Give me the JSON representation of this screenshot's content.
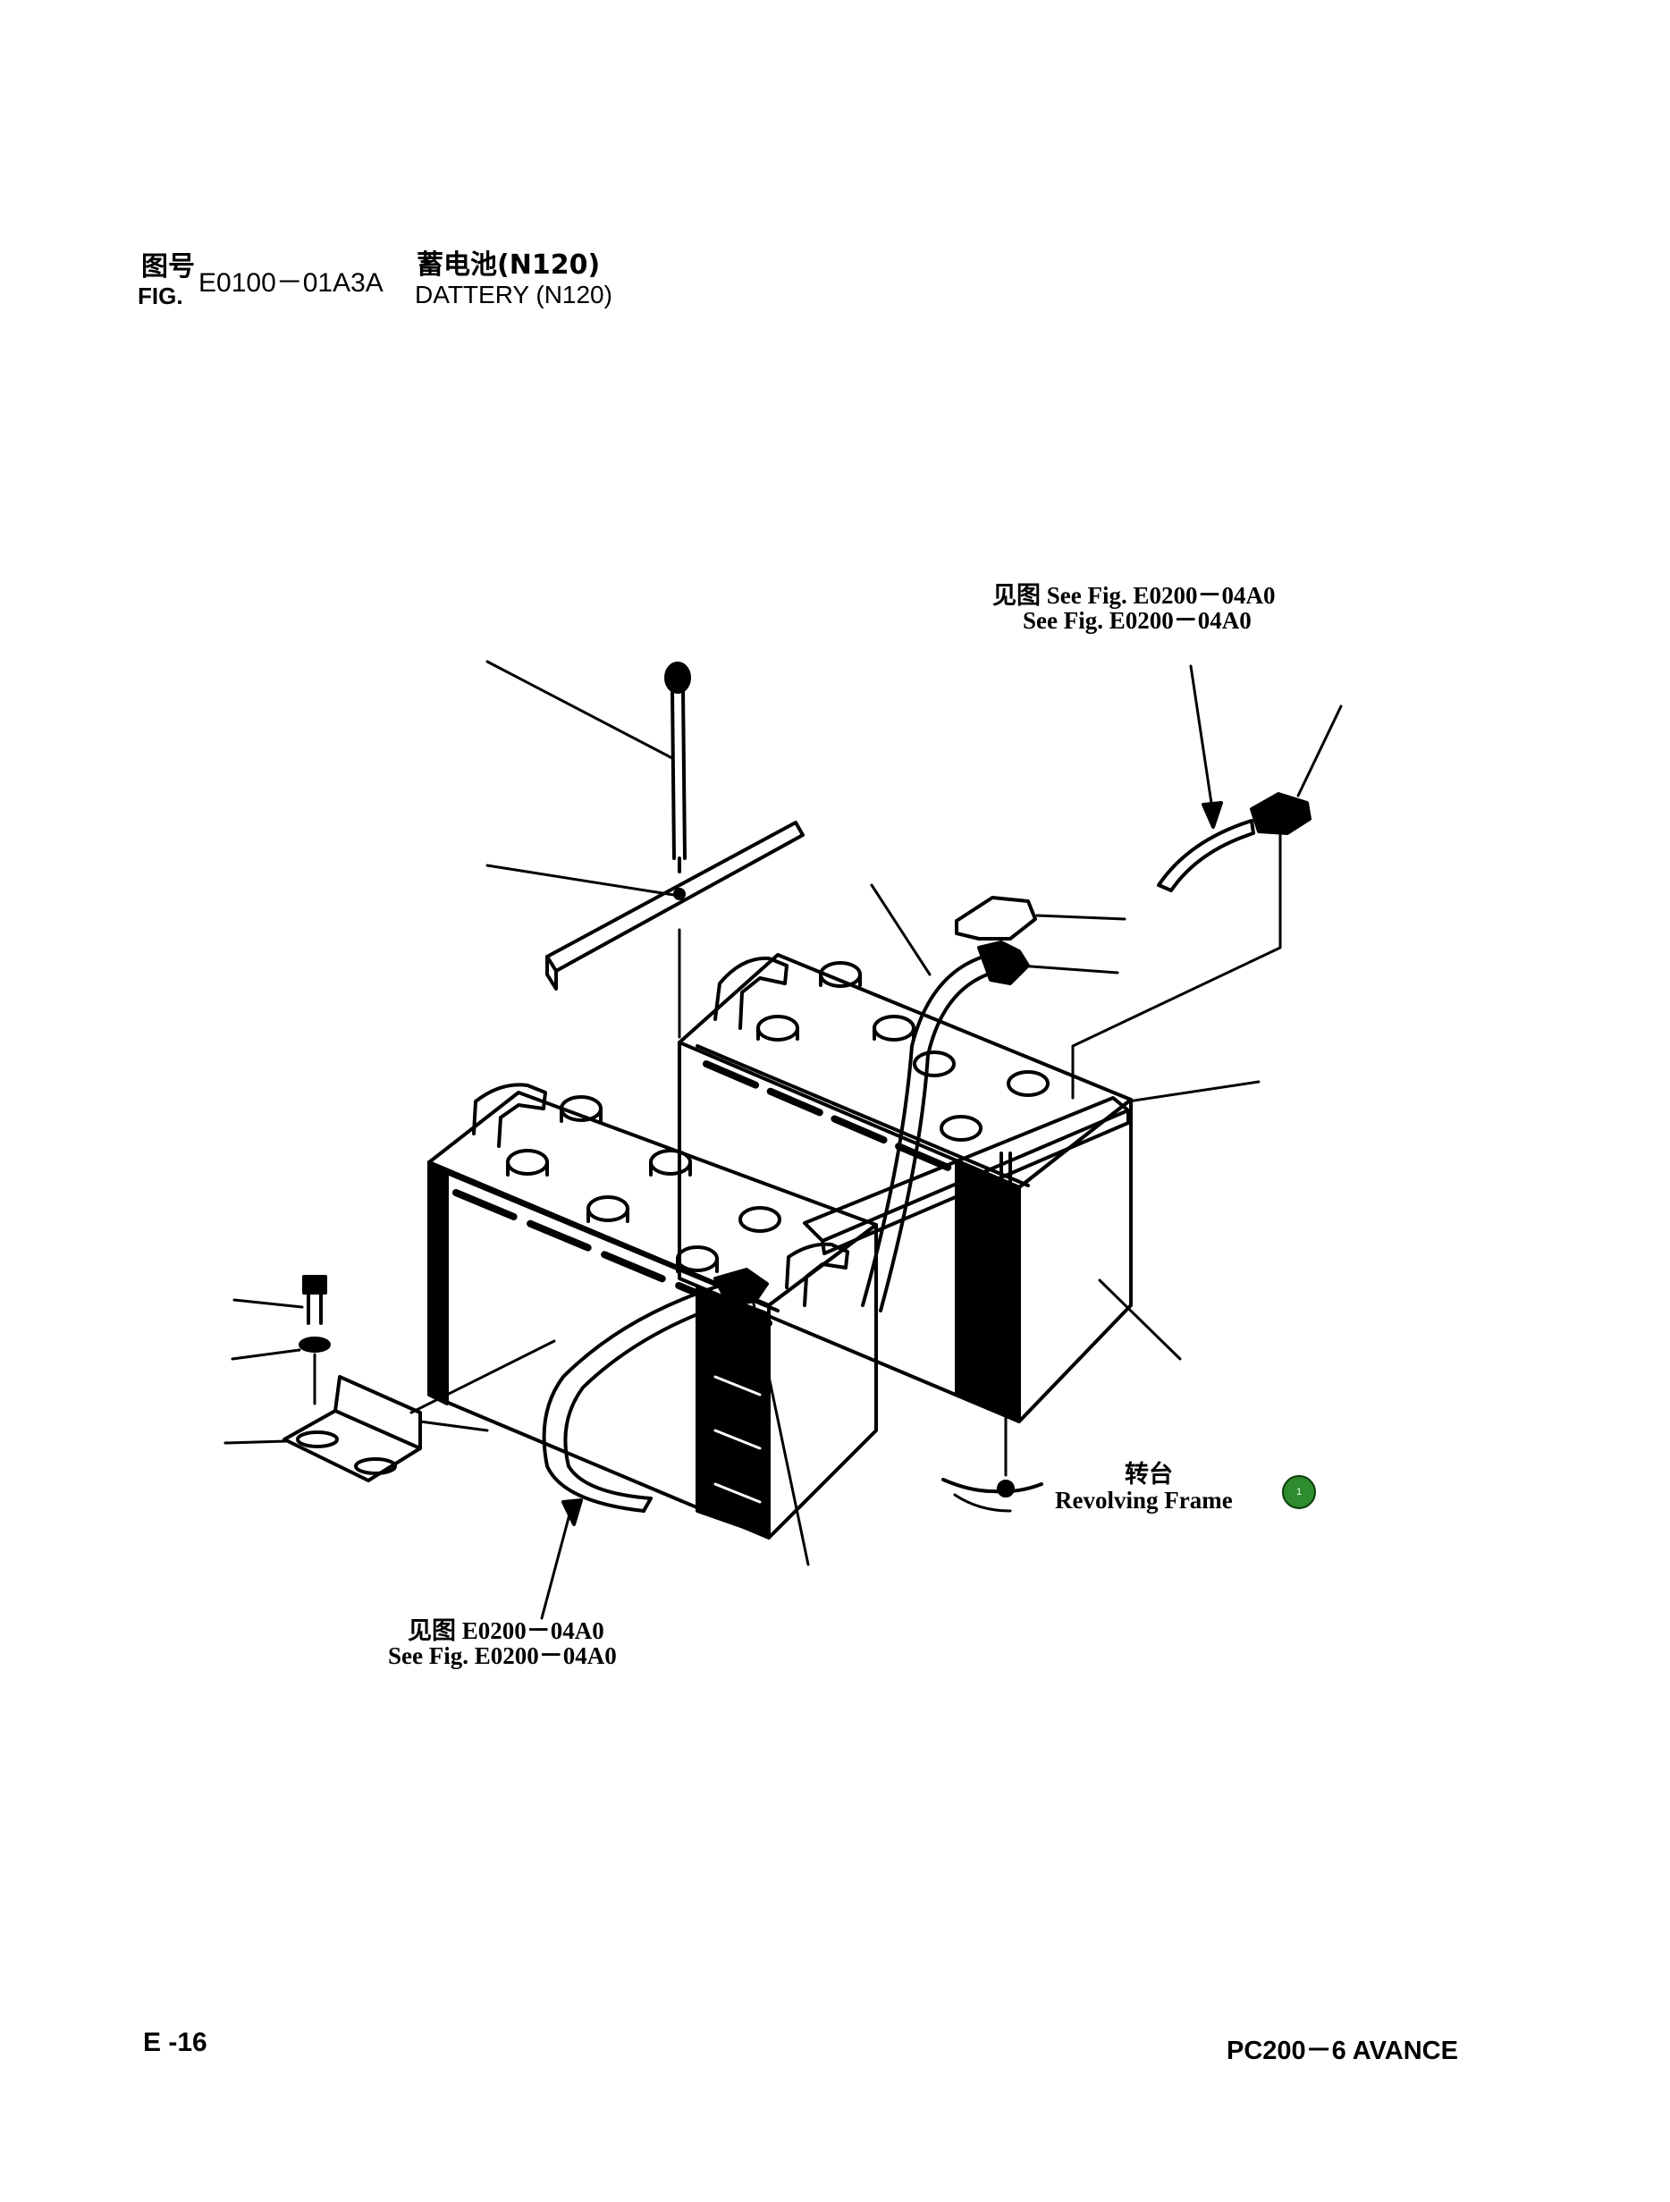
{
  "header": {
    "fig_label_cn": "图号",
    "fig_label_en": "FIG.",
    "fig_number": "E0100－01A3A",
    "title_cn": "蓄电池(N120)",
    "title_en": "DATTERY (N120)"
  },
  "callouts": {
    "top_ref_line1": "见图 See Fig. E0200－04A0",
    "top_ref_line2": "See Fig. E0200－04A0",
    "bottom_ref_line1": "见图 E0200－04A0",
    "bottom_ref_line2": "See Fig. E0200－04A0",
    "frame_cn": "转台",
    "frame_en": "Revolving Frame",
    "marker_number": "1"
  },
  "footer": {
    "page": "E -16",
    "model": "PC200－6 AVANCE"
  },
  "colors": {
    "ink": "#000000",
    "marker_fill": "#2e8b2e",
    "marker_border": "#0b3d0b"
  }
}
